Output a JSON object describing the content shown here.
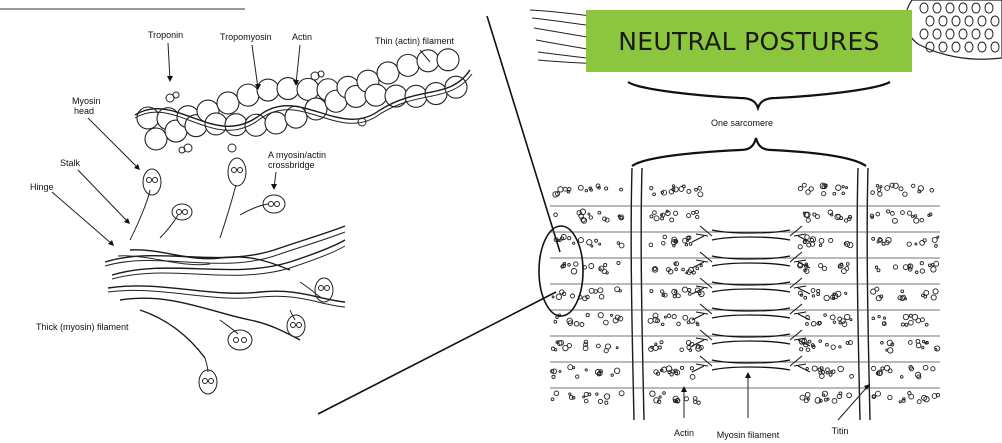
{
  "banner": {
    "text": "NEUTRAL POSTURES",
    "background": "#8cc63f"
  },
  "left_panel": {
    "labels": {
      "troponin": "Troponin",
      "tropomyosin": "Tropomyosin",
      "actin": "Actin",
      "thin_filament": "Thin (actin) filament",
      "myosin_head_line1": "Myosin",
      "myosin_head_line2": "head",
      "stalk": "Stalk",
      "hinge": "Hinge",
      "crossbridge_line1": "A myosin/actin",
      "crossbridge_line2": "crossbridge",
      "thick_filament": "Thick (myosin) filament"
    }
  },
  "right_panel": {
    "labels": {
      "one_sarcomere": "One sarcomere",
      "actin": "Actin",
      "myosin_filament": "Myosin filament",
      "titin": "Titin"
    }
  }
}
